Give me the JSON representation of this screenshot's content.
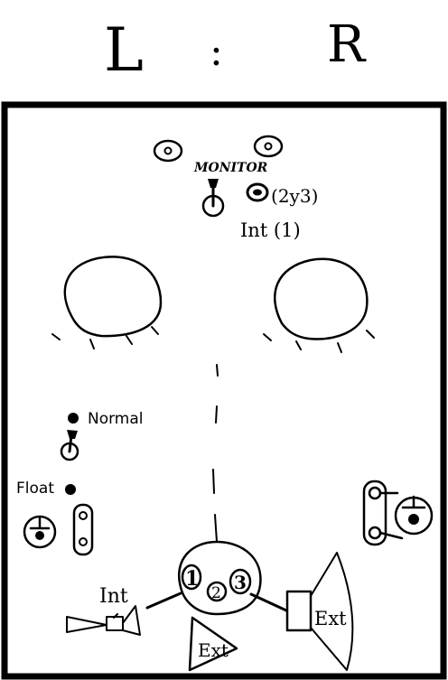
{
  "header": {
    "left": "L",
    "separator": ":",
    "right": "R"
  },
  "monitor": {
    "label": "MONITOR",
    "switch_state": "2y3",
    "switch_alt": "Int (1)"
  },
  "ground_switch": {
    "normal_label": "Normal",
    "float_label": "Float"
  },
  "connector": {
    "pins": [
      "1",
      "2",
      "3"
    ],
    "int_label": "Int",
    "ext_label_bottom": "Ext",
    "ext_label_right": "Ext"
  }
}
